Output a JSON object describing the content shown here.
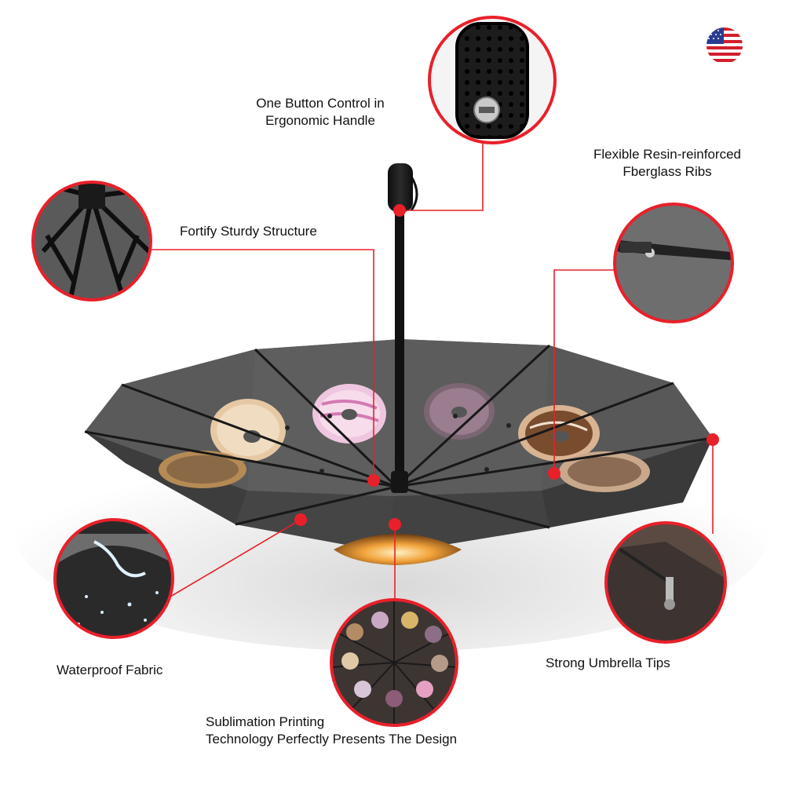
{
  "callouts": {
    "handle": {
      "line1": "One Button Control in",
      "line2": "Ergonomic Handle"
    },
    "ribs": {
      "line1": "Flexible Resin-reinforced",
      "line2": "Fberglass Ribs"
    },
    "structure": {
      "text": "Fortify Sturdy Structure"
    },
    "fabric": {
      "text": "Waterproof Fabric"
    },
    "tips": {
      "text": "Strong Umbrella Tips"
    },
    "printing": {
      "line1": "Sublimation Printing",
      "line2": "Technology Perfectly Presents The Design"
    }
  },
  "icons": {
    "flag": "us-flag-icon",
    "callout_dot": "red-dot-marker"
  },
  "colors": {
    "accent": "#e8202a",
    "canopy": "#4a4a4a",
    "frame": "#1a1a1a",
    "glow": "#f2a33a"
  }
}
